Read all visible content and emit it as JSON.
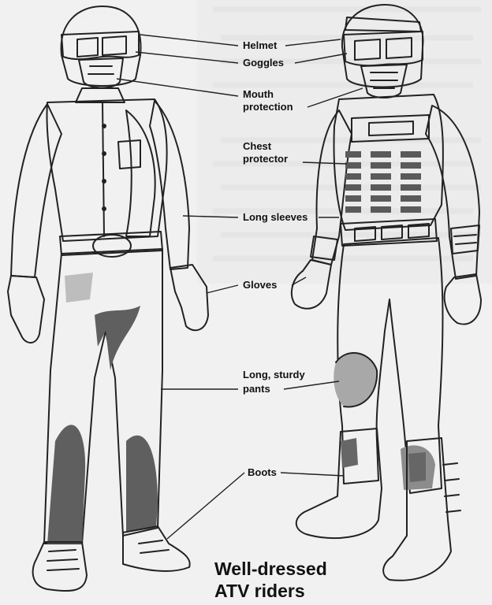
{
  "labels": {
    "helmet": "Helmet",
    "goggles": "Goggles",
    "mouth_1": "Mouth",
    "mouth_2": "protection",
    "chest_1": "Chest",
    "chest_2": "protector",
    "sleeves": "Long sleeves",
    "gloves": "Gloves",
    "pants_1": "Long, sturdy",
    "pants_2": "pants",
    "boots": "Boots"
  },
  "caption": {
    "line1": "Well-dressed",
    "line2": "ATV riders"
  },
  "colors": {
    "background": "#f1f1f1",
    "ink": "#222222",
    "shade_dark": "#6f6f6f",
    "shade_mid": "#a9a9a9",
    "shade_light": "#d2d2d2",
    "paper": "#fafafa"
  }
}
